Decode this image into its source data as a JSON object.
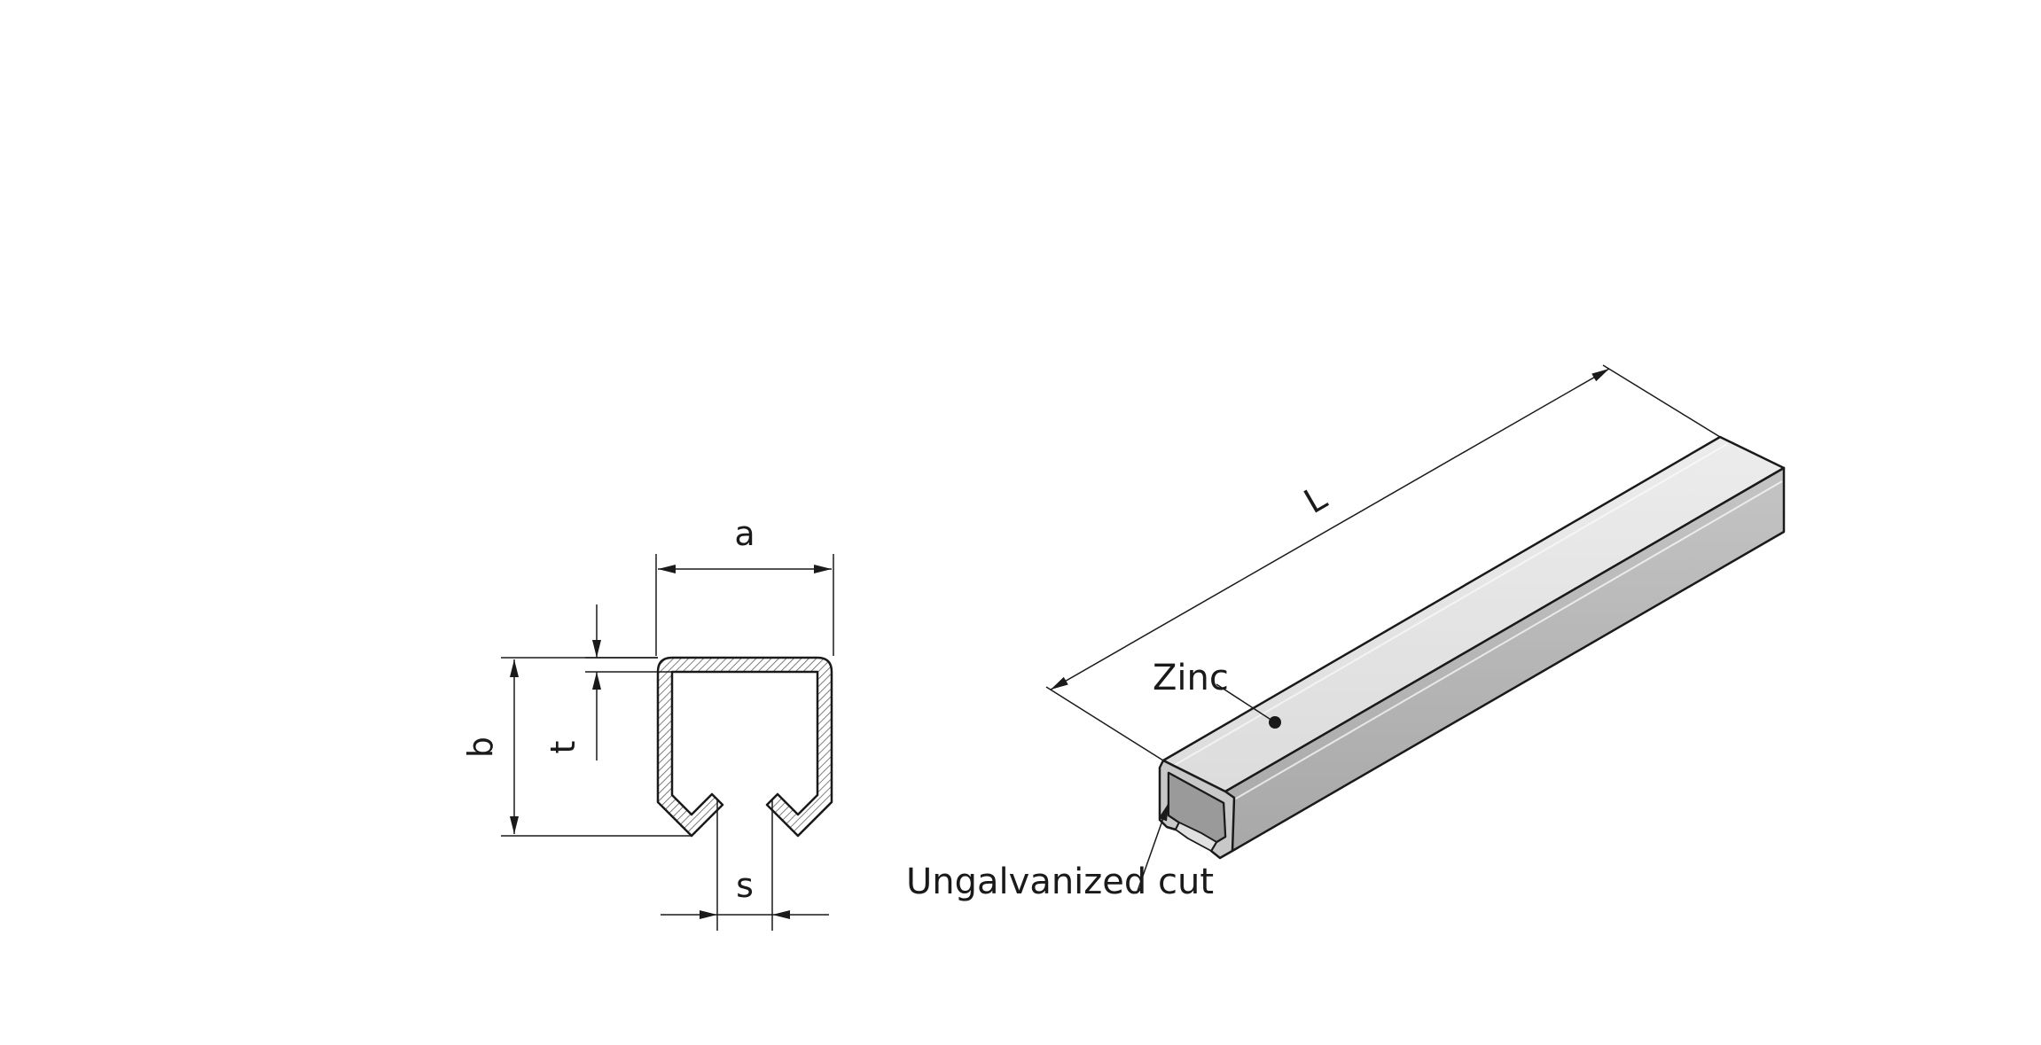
{
  "diagram": {
    "cross_section": {
      "dimension_labels": {
        "width": "a",
        "height": "b",
        "thickness": "t",
        "slot": "s"
      }
    },
    "isometric_view": {
      "dimension_labels": {
        "length": "L"
      },
      "annotations": {
        "coating": "Zinc",
        "cut_edge": "Ungalvanized cut"
      }
    }
  },
  "colors": {
    "line": "#1a1a1a",
    "top_face": "#e8e8e8",
    "front_face": "#b4b4b4",
    "end_face": "#c8c8c8",
    "hatch": "#555555"
  }
}
